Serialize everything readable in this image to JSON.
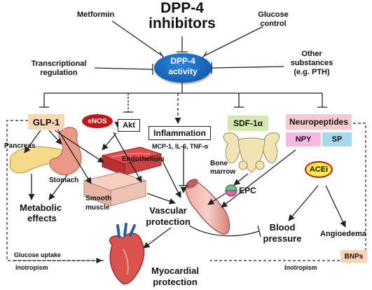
{
  "title": {
    "line1": "DPP-4",
    "line2": "inhibitors"
  },
  "inputs": {
    "metformin": "Metformin",
    "glucose_control": {
      "line1": "Glucose",
      "line2": "control"
    },
    "transcriptional": {
      "line1": "Transcriptional",
      "line2": "regulation"
    },
    "other": {
      "line1": "Other",
      "line2": "substances",
      "line3": "(e.g. PTH)"
    }
  },
  "center": {
    "line1": "DPP-4",
    "line2": "activity",
    "color": "#1565c0"
  },
  "nodes": {
    "glp1": "GLP-1",
    "akt": "Akt",
    "enos": "eNOS",
    "inflammation": "Inflammation",
    "inflammation_sub": "MCP-1, IL-6, TNF-α",
    "sdf1a": "SDF-1α",
    "neuropeptides": "Neuropeptides",
    "npy": "NPY",
    "sp": "SP",
    "acei": "ACEi"
  },
  "labels": {
    "pancreas": "Pancreas",
    "stomach": "Stomach",
    "endothelium": "Endothelium",
    "smooth_muscle": {
      "line1": "Smooth",
      "line2": "muscle"
    },
    "bone_marrow": {
      "line1": "Bone",
      "line2": "marrow"
    },
    "epc": "EPC",
    "metabolic_effects": {
      "line1": "Metabolic",
      "line2": "effects"
    },
    "vascular_protection": {
      "line1": "Vascular",
      "line2": "protection"
    },
    "blood_pressure": {
      "line1": "Blood",
      "line2": "pressure"
    },
    "angioedema": "Angioedema",
    "bnps": "BNPs",
    "glucose_uptake": "Glucose uptake",
    "inotropism_left": "Inotropism",
    "inotropism_right": "Inotropism",
    "myocardial_protection": {
      "line1": "Myocardial",
      "line2": "protection"
    }
  },
  "colors": {
    "glp1_bg": "#f9d7b5",
    "sdf1a_bg": "#d4e8b0",
    "neuropeptides_bg": "#f6c8d0",
    "npy_bg": "#f6b8e0",
    "sp_bg": "#a8d8ea",
    "enos_bg": "#c0171c",
    "acei_bg": "#ffec3d",
    "acei_border": "#c0171c",
    "bnps_bg": "#fbd3b0",
    "center_bg": "#1565c0"
  }
}
